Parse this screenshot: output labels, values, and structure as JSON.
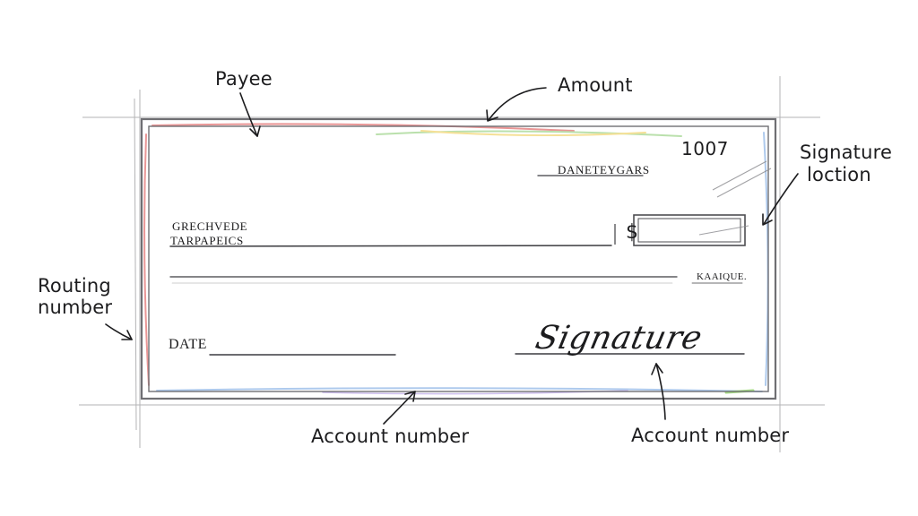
{
  "annotations": {
    "payee": "Payee",
    "amount": "Amount",
    "signature_location": [
      "Signature",
      "loction"
    ],
    "routing_number": [
      "Routing",
      "number"
    ],
    "account_number_left": "Account number",
    "account_number_right": "Account number"
  },
  "check": {
    "check_number": "1007",
    "top_field_label": "DANETEYGARS",
    "payee_lines": [
      "GRECHVEDE",
      "TARPAPEICS"
    ],
    "dollar_sign": "$",
    "memo_label": "KAAIQUE.",
    "date_label": "DATE",
    "signature_text": "Signature"
  },
  "colors": {
    "ink": "#1c1c1e",
    "pencil": "#7d7d80",
    "accent_red": "#e06a6a",
    "accent_blue": "#8db4e6",
    "accent_green": "#9ed48a",
    "accent_yellow": "#f1d36a"
  }
}
